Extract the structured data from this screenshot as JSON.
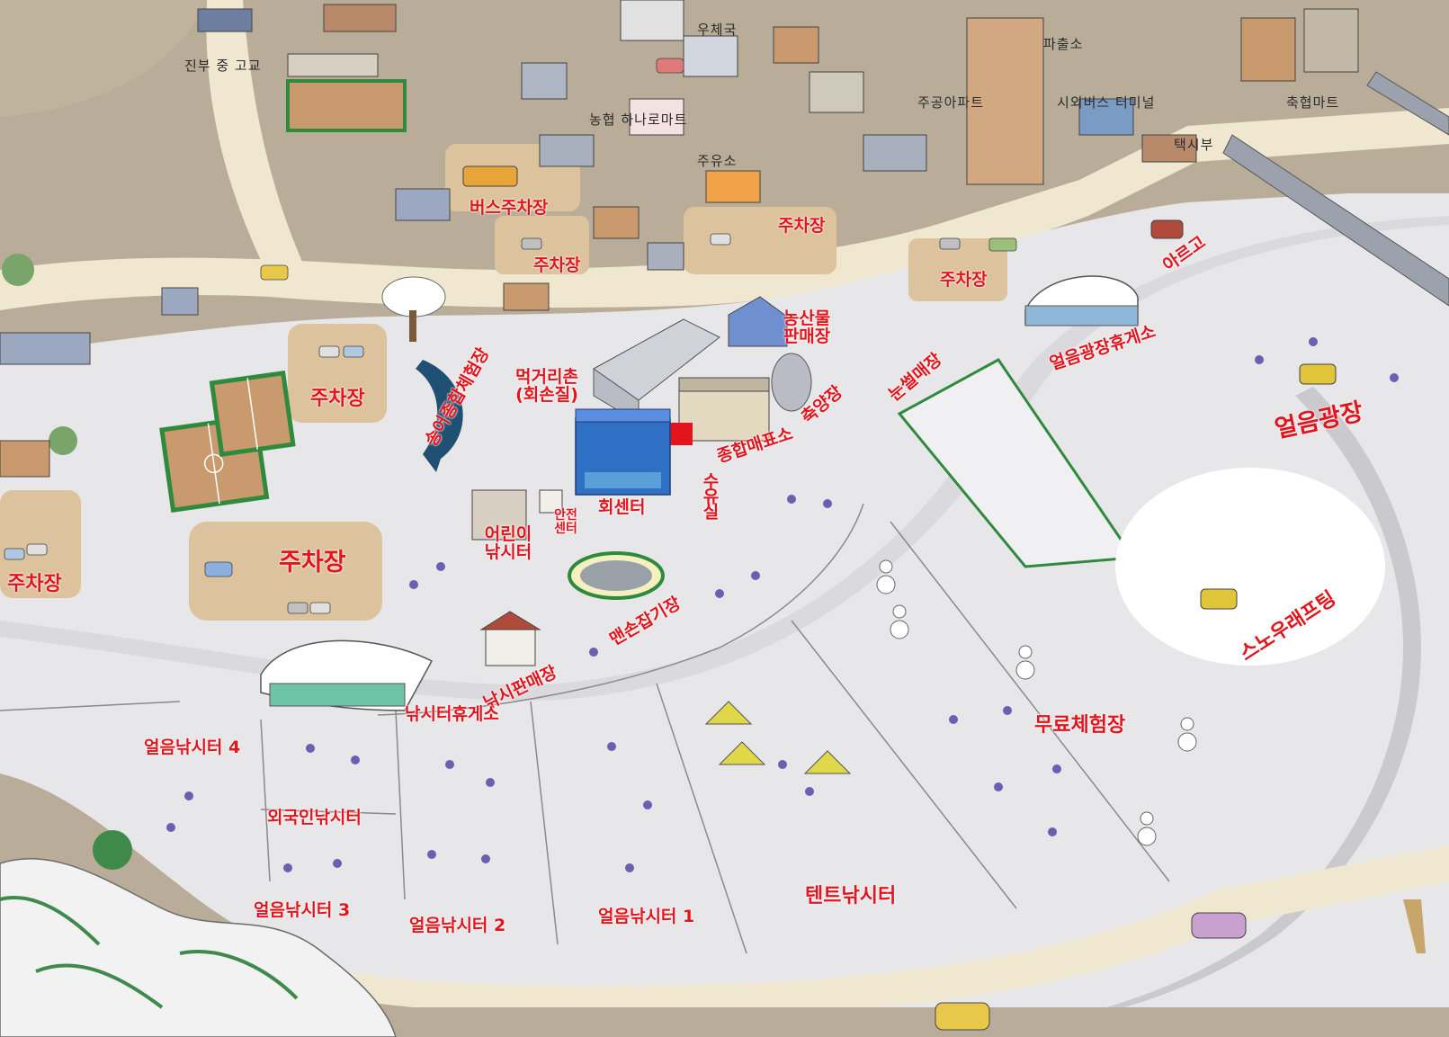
{
  "labels": {
    "bus_parking": "버스주차장",
    "parking": "주차장",
    "farm_market": "농산물 판매장",
    "food_village": "먹거리촌 (회손질)",
    "trout_exp": "송어종합체험장",
    "kids_fishing": "어린이 낚시터",
    "safety_center": "안전 센터",
    "hoe_center": "회센터",
    "nursing_room": "수유실",
    "ticket_office": "종합매표소",
    "reception": "축양장",
    "sled_shop": "눈썰매장",
    "ice_plaza_rest": "얼음광장휴게소",
    "argo": "아르고",
    "ice_plaza": "얼음광장",
    "bare_hand": "맨손잡기장",
    "fishing_shop": "낚시판매장",
    "fishing_rest": "낚시터휴게소",
    "ice_fishing_4": "얼음낚시터 4",
    "foreigner_fishing": "외국인낚시터",
    "ice_fishing_3": "얼음낚시터 3",
    "ice_fishing_2": "얼음낚시터 2",
    "ice_fishing_1": "얼음낚시터 1",
    "tent_fishing": "텐트낚시터",
    "free_exp": "무료체험장",
    "snow_rafting": "스노우래프팅"
  },
  "town_labels": {
    "school": "진부 중 고교",
    "post_office": "우체국",
    "nh_mart": "농협 하나로마트",
    "gas_station": "주유소",
    "police_box": "파출소",
    "apartment": "주공아파트",
    "bus_terminal": "시외버스 터미널",
    "livestock_mart": "축협마트",
    "taxi": "택시부"
  },
  "colors": {
    "label_red": "#e3141b",
    "snow": "#e6e6e8",
    "ground": "#b9ad9a",
    "road": "#efe7cf",
    "parking_tan": "#dcc29d",
    "building_blue": "#2f6fc4"
  }
}
